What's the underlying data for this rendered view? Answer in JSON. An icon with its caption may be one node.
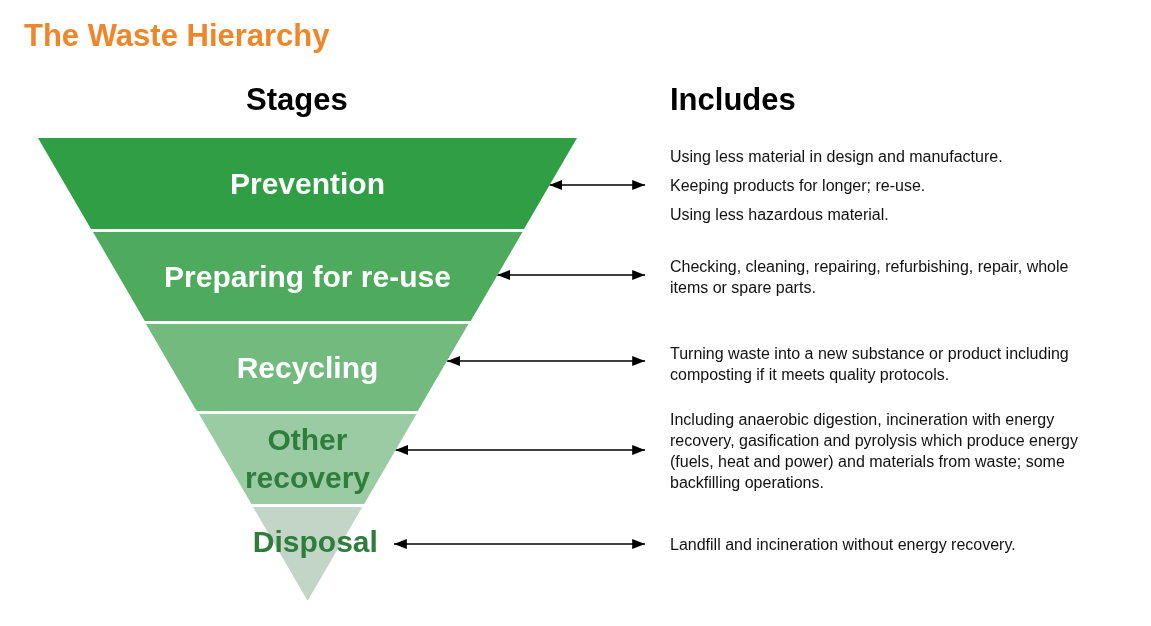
{
  "diagram": {
    "title": "The Waste Hierarchy",
    "nodes": [
      {
        "text": [
          "Prevention"
        ]
      },
      {
        "text": [
          "Preparing for re-use"
        ]
      },
      {
        "text": [
          "Recycling"
        ]
      },
      {
        "text": [
          "Other recovery"
        ]
      },
      {
        "text": [
          "Disposal"
        ]
      },
      {
        "text": [
          "Using less material in design and manufacture.",
          "Keeping products for longer; re-use.",
          "Using less hazardous material."
        ]
      },
      {
        "text": [
          "Checking, cleaning, repairing, refurbishing, repair, whole items or spare parts."
        ]
      },
      {
        "text": [
          "Turning waste into a new substance or product including composting if it meets quality protocols."
        ]
      },
      {
        "text": [
          "Including anaerobic digestion, incineration with energy recovery, gasification and pyrolysis which produce energy (fuels, heat and power) and materials from waste; some backfilling operations."
        ]
      },
      {
        "text": [
          "Landfill and incineration without energy recovery."
        ]
      }
    ],
    "edges": [
      {
        "from": 0,
        "to": 5,
        "arrow": "both"
      },
      {
        "from": 1,
        "to": 6,
        "arrow": "both"
      },
      {
        "from": 2,
        "to": 7,
        "arrow": "both"
      },
      {
        "from": 3,
        "to": 8,
        "arrow": "both"
      },
      {
        "from": 4,
        "to": 9,
        "arrow": "both"
      }
    ],
    "labels": [
      "Stages",
      "Includes"
    ]
  }
}
